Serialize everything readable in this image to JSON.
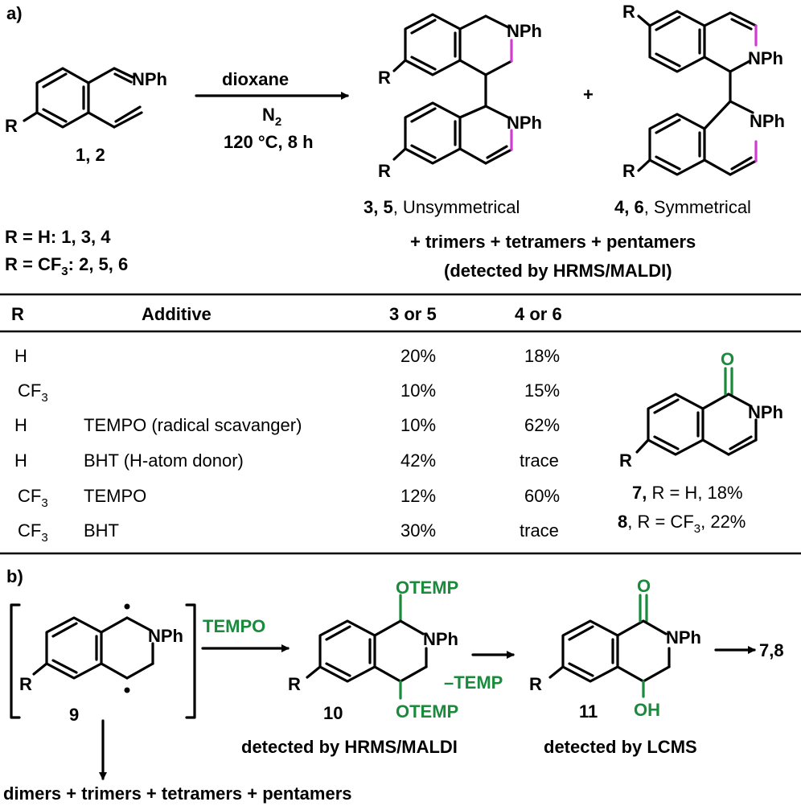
{
  "panel_a_label": "a)",
  "panel_b_label": "b)",
  "start": {
    "label": "1, 2",
    "sub": "NPh",
    "r": "R"
  },
  "conditions": {
    "solvent": "dioxane",
    "atm": "N",
    "atm_sub": "2",
    "temp_time": "120 °C, 8 h"
  },
  "product_unsym": {
    "num": "3, 5",
    "desc": ", Unsymmetrical",
    "nph_top": "NPh",
    "nph_bottom": "NPh",
    "r_top": "R",
    "r_bottom": "R"
  },
  "plus": "+",
  "product_sym": {
    "num": "4, 6",
    "desc": ", Symmetrical",
    "nph_top": "NPh",
    "nph_bottom": "NPh",
    "r_top": "R",
    "r_bottom": "R"
  },
  "r_def_1": "R = H: 1, 3, 4",
  "r_def_2_pre": "R = CF",
  "r_def_2_sub": "3",
  "r_def_2_post": ": 2, 5, 6",
  "oligomers_line1": "+ trimers + tetramers + pentamers",
  "oligomers_line2": "(detected by HRMS/MALDI)",
  "table": {
    "headers": [
      "R",
      "Additive",
      "3 or 5",
      "4 or 6"
    ],
    "rows": [
      {
        "r": "H",
        "r_sub": "",
        "additive": "",
        "y35": "20%",
        "y46": "18%"
      },
      {
        "r": "CF",
        "r_sub": "3",
        "additive": "",
        "y35": "10%",
        "y46": "15%"
      },
      {
        "r": "H",
        "r_sub": "",
        "additive": "TEMPO (radical scavanger)",
        "y35": "10%",
        "y46": "62%"
      },
      {
        "r": "H",
        "r_sub": "",
        "additive": "BHT (H-atom donor)",
        "y35": "42%",
        "y46": "trace"
      },
      {
        "r": "CF",
        "r_sub": "3",
        "additive": "TEMPO",
        "y35": "12%",
        "y46": "60%"
      },
      {
        "r": "CF",
        "r_sub": "3",
        "additive": "BHT",
        "y35": "30%",
        "y46": "trace"
      }
    ]
  },
  "side_product": {
    "o": "O",
    "nph": "NPh",
    "r": "R",
    "line1_num": "7,",
    "line1_rest": " R = H, 18%",
    "line2_num": "8",
    "line2_pre": ", R = CF",
    "line2_sub": "3",
    "line2_post": ", 22%"
  },
  "scheme_b": {
    "c9": {
      "num": "9",
      "nph": "NPh",
      "r": "R"
    },
    "tempo_label": "TEMPO",
    "c10": {
      "num": "10",
      "otemp_top": "OTEMP",
      "otemp_bottom": "OTEMP",
      "nph": "NPh",
      "r": "R",
      "detected": "detected by HRMS/MALDI"
    },
    "minus_temp": "–TEMP",
    "c11": {
      "num": "11",
      "o": "O",
      "oh": "OH",
      "nph": "NPh",
      "r": "R",
      "detected": "detected by LCMS"
    },
    "final": "7,8",
    "dimers": "dimers + trimers + tetramers + pentamers"
  },
  "colors": {
    "green": "#1a8a3c",
    "magenta": "#d23bd0",
    "text": "#000000"
  }
}
